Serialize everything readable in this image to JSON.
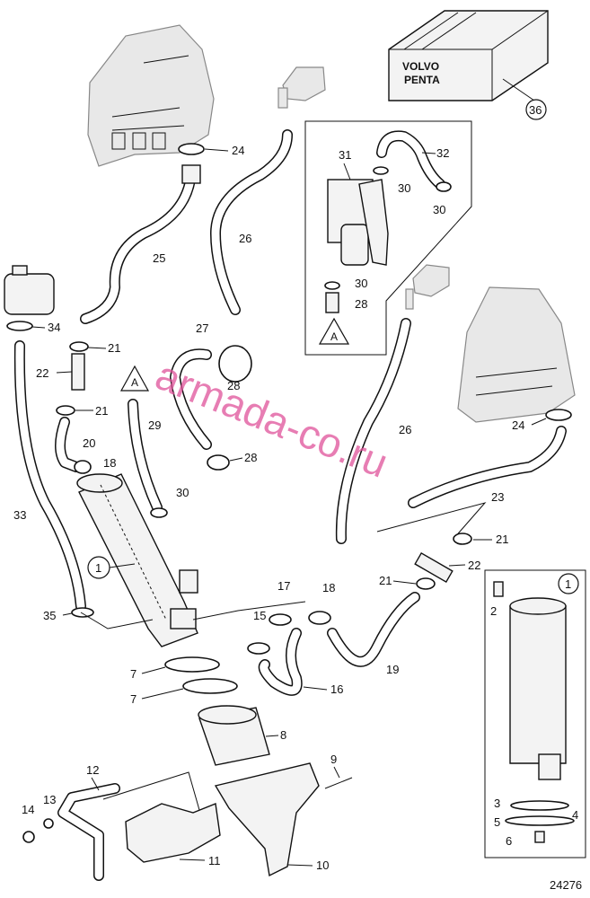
{
  "diagram_number": "24276",
  "watermark": "armada-co.ru",
  "box_text": {
    "brand_line1": "VOLVO",
    "brand_line2": "PENTA"
  },
  "labels": {
    "n1": "1",
    "n2": "2",
    "n3": "3",
    "n4": "4",
    "n5": "5",
    "n6": "6",
    "n7": "7",
    "n8": "8",
    "n9": "9",
    "n10": "10",
    "n11": "11",
    "n12": "12",
    "n13": "13",
    "n14": "14",
    "n15": "15",
    "n16": "16",
    "n17": "17",
    "n18": "18",
    "n19": "19",
    "n20": "20",
    "n21": "21",
    "n22": "22",
    "n23": "23",
    "n24": "24",
    "n25": "25",
    "n26": "26",
    "n27": "27",
    "n28": "28",
    "n29": "29",
    "n30": "30",
    "n31": "31",
    "n32": "32",
    "n33": "33",
    "n34": "34",
    "n35": "35",
    "n36": "36",
    "ref_a": "A"
  }
}
